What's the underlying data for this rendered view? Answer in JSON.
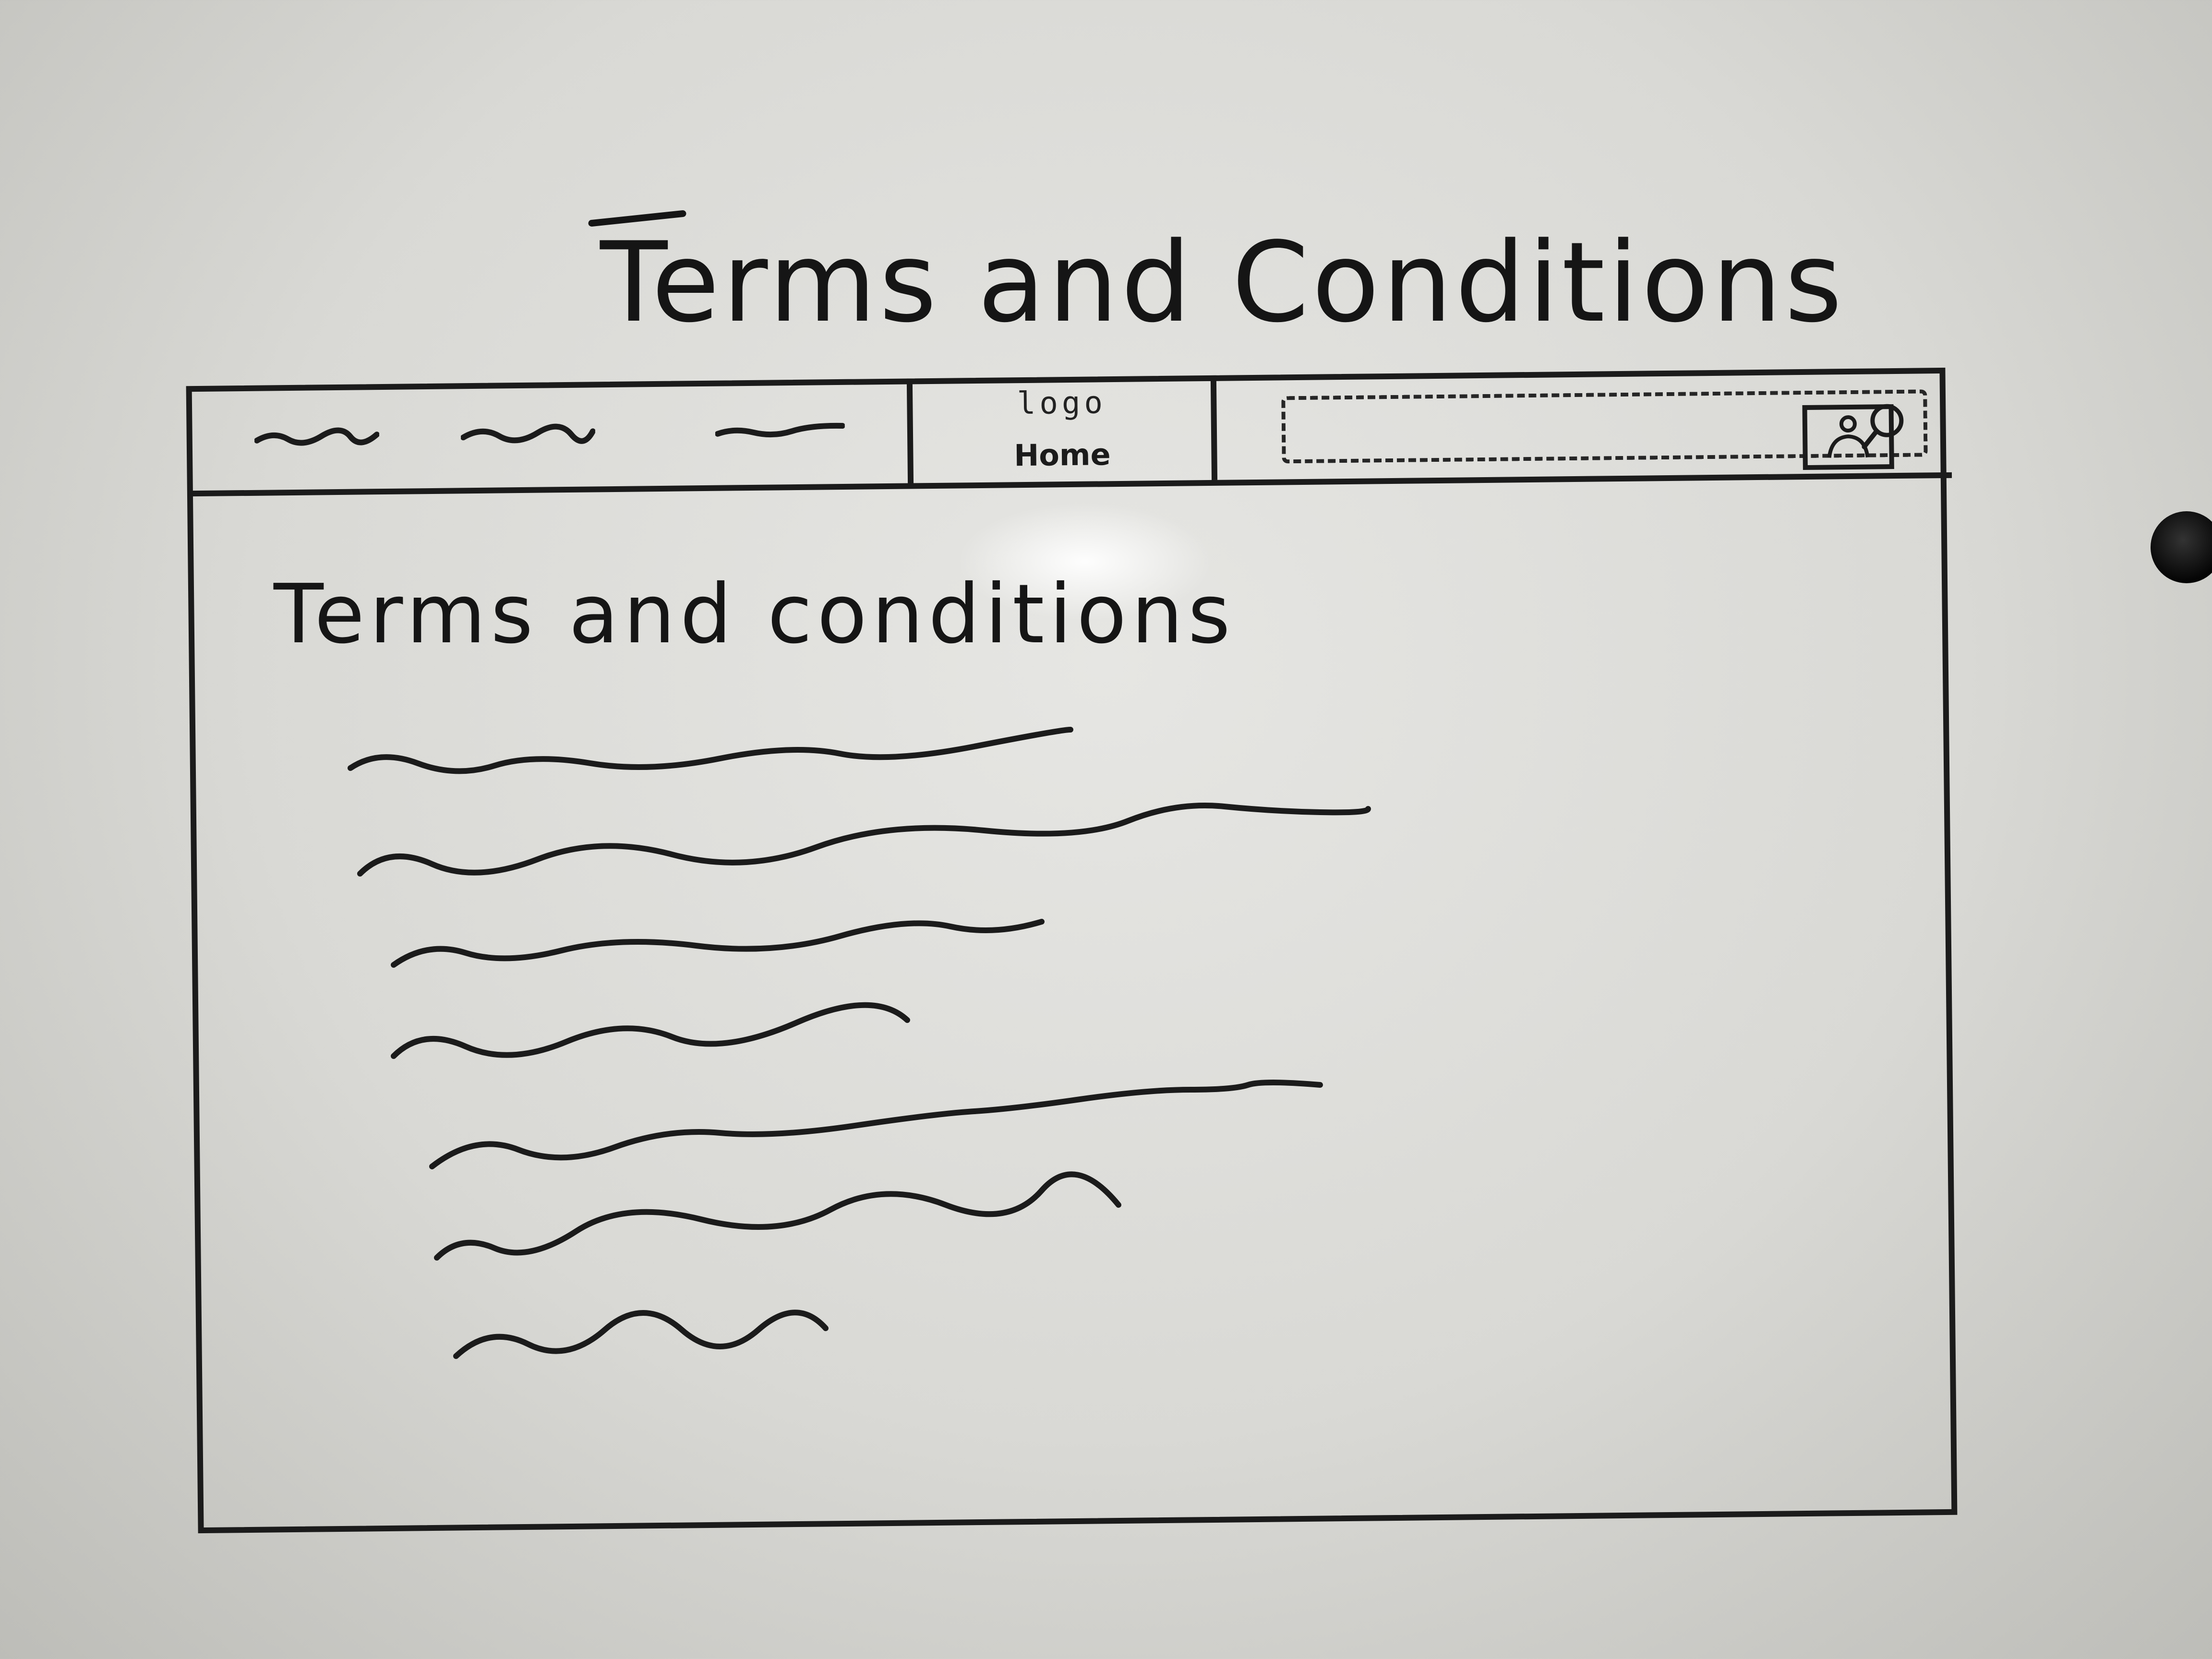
{
  "page": {
    "title": "Terms and Conditions"
  },
  "header": {
    "nav_links": [
      {
        "name": "nav-link-1"
      },
      {
        "name": "nav-link-2"
      },
      {
        "name": "nav-link-3"
      }
    ],
    "logo_text": "logo",
    "home_label": "Home",
    "search": {
      "value": "",
      "icon": "search-icon"
    },
    "profile_icon": "user-profile-icon"
  },
  "main": {
    "heading": "Terms and conditions",
    "paragraph_line_count": 7
  },
  "colors": {
    "ink": "#1b1b1b",
    "board": "#dededa"
  }
}
